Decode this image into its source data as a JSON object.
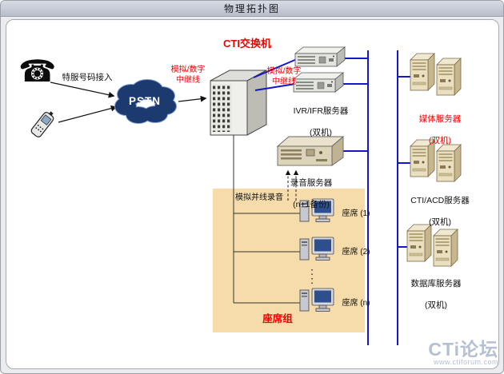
{
  "window": {
    "title": "物理拓扑图"
  },
  "colors": {
    "lan_bus_blue": "#1515cc",
    "accent_red": "#f20000",
    "agent_area_bg": "#f5dcaa",
    "pstn_cloud_fill": "#1c3a6d",
    "pstn_cloud_outline": "#7f9fd6",
    "watermark": "#b5c0d2"
  },
  "nodes": {
    "access_label": "特服号码接入",
    "pstn": "PSTN",
    "cti_switch": "CTI交换机",
    "trunk_left": "模拟/数字\n中继线",
    "trunk_right": "模拟/数字\n中继线",
    "ivr": {
      "name": "IVR/IFR服务器",
      "note": "(双机)"
    },
    "recording": {
      "name": "录音服务器",
      "note": "(n+1备份)"
    },
    "media": {
      "name": "媒体服务器",
      "note": "(双机)"
    },
    "cti_acd": {
      "name": "CTI/ACD服务器",
      "note": "(双机)"
    },
    "database": {
      "name": "数据库服务器",
      "note": "(双机)"
    },
    "analog_recording": "模拟并线录音",
    "agent_group": "座席组",
    "agents": [
      {
        "label": "座席 (1)"
      },
      {
        "label": "座席 (2)"
      },
      {
        "label": "座席 (n)"
      }
    ]
  },
  "watermark": {
    "brand": "CTi论坛",
    "url": "www.ctiforum.com"
  }
}
